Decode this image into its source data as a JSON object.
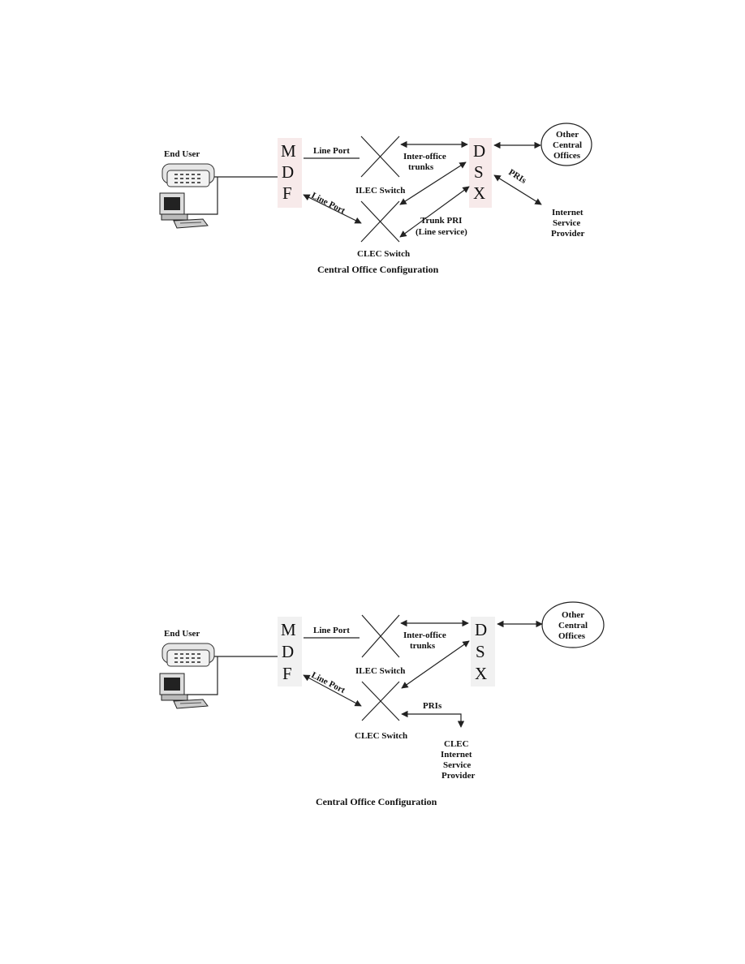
{
  "diagram1": {
    "end_user": "End User",
    "mdf": [
      "M",
      "D",
      "F"
    ],
    "dsx": [
      "D",
      "S",
      "X"
    ],
    "line_port_top": "Line Port",
    "line_port_angled": "Line Port",
    "ilec_switch": "ILEC Switch",
    "clec_switch": "CLEC Switch",
    "inter_office": [
      "Inter-office",
      "trunks"
    ],
    "trunk_pri": [
      "Trunk PRI",
      "(Line service)"
    ],
    "other_co": [
      "Other",
      "Central",
      "Offices"
    ],
    "pris": "PRIs",
    "isp": [
      "Internet",
      "Service",
      "Provider"
    ],
    "caption": "Central Office Configuration"
  },
  "diagram2": {
    "end_user": "End User",
    "mdf": [
      "M",
      "D",
      "F"
    ],
    "dsx": [
      "D",
      "S",
      "X"
    ],
    "line_port_top": "Line Port",
    "line_port_angled": "Line Port",
    "ilec_switch": "ILEC Switch",
    "clec_switch": "CLEC Switch",
    "inter_office": [
      "Inter-office",
      "trunks"
    ],
    "other_co": [
      "Other",
      "Central",
      "Offices"
    ],
    "pris": "PRIs",
    "clec_isp": [
      "CLEC",
      "Internet",
      "Service",
      "Provider"
    ],
    "caption": "Central Office Configuration"
  },
  "colors": {
    "mdf_box": "#f7eaea",
    "dsx_box": "#f7eaea",
    "mdf_box_2": "#f1f1f1",
    "dsx_box_2": "#f1f1f1"
  }
}
